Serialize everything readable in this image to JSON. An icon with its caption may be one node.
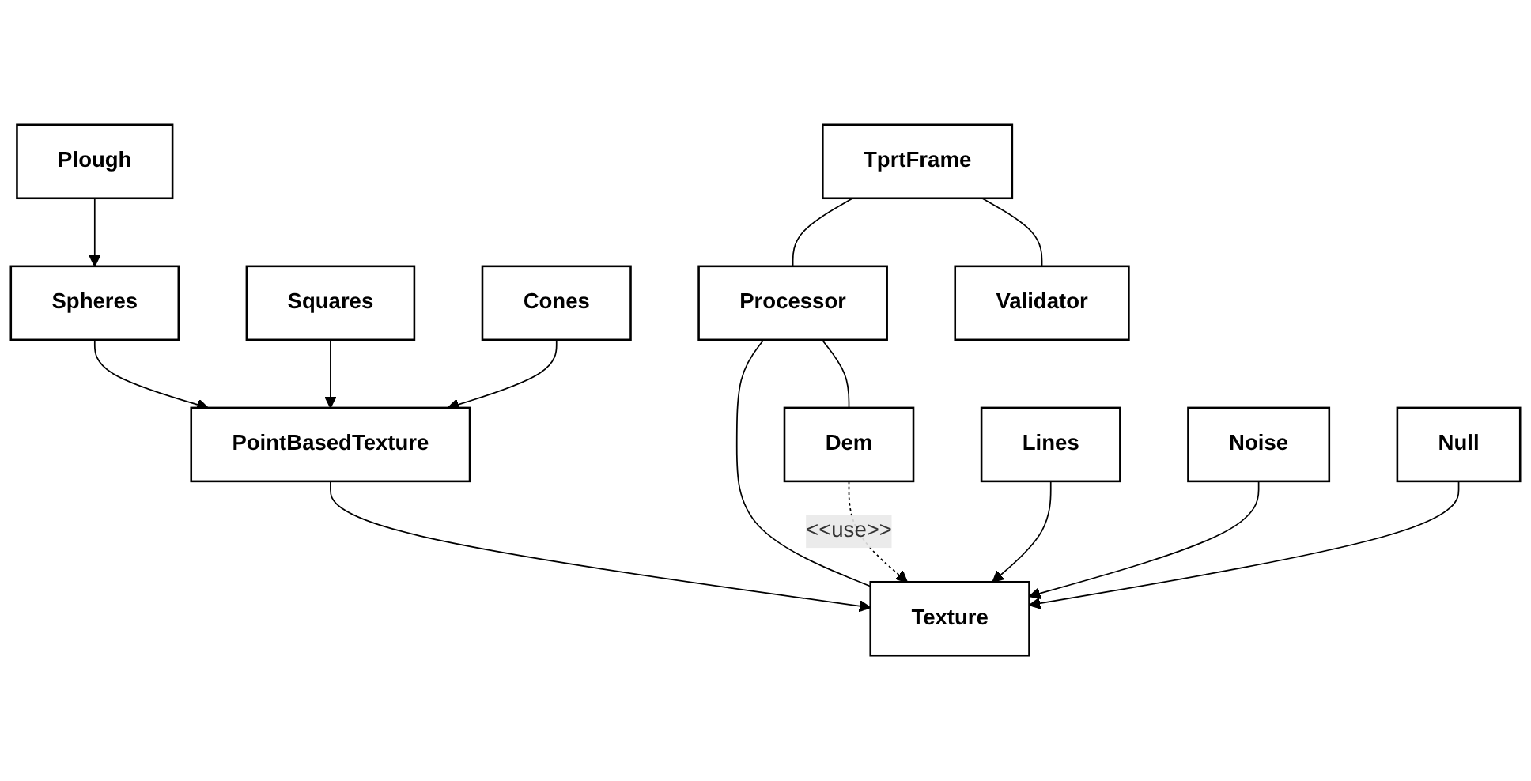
{
  "diagram": {
    "nodes": [
      {
        "text": [
          "Plough"
        ]
      },
      {
        "text": [
          "Spheres"
        ]
      },
      {
        "text": [
          "Squares"
        ]
      },
      {
        "text": [
          "Cones"
        ]
      },
      {
        "text": [
          "PointBasedTexture"
        ]
      },
      {
        "text": [
          "TprtFrame"
        ]
      },
      {
        "text": [
          "Processor"
        ]
      },
      {
        "text": [
          "Texture"
        ]
      },
      {
        "text": [
          "Validator"
        ]
      },
      {
        "text": [
          "Dem"
        ]
      },
      {
        "text": [
          "Lines"
        ]
      },
      {
        "text": [
          "Noise"
        ]
      },
      {
        "text": [
          "Null"
        ]
      }
    ],
    "edges": [
      {
        "from": 0,
        "to": 1,
        "arrow": "to"
      },
      {
        "from": 1,
        "to": 4,
        "arrow": "to"
      },
      {
        "from": 2,
        "to": 4,
        "arrow": "to"
      },
      {
        "from": 3,
        "to": 4,
        "arrow": "to"
      },
      {
        "from": 4,
        "to": 7,
        "arrow": "to"
      },
      {
        "from": 5,
        "to": 6,
        "arrow": "none"
      },
      {
        "from": 5,
        "to": 8,
        "arrow": "none"
      },
      {
        "from": 6,
        "to": 7,
        "arrow": "none"
      },
      {
        "from": 6,
        "to": 9,
        "arrow": "none"
      },
      {
        "from": 9,
        "to": 7,
        "arrow": "to",
        "style": "dashed",
        "label": "<<use>>"
      },
      {
        "from": 10,
        "to": 7,
        "arrow": "to"
      },
      {
        "from": 11,
        "to": 7,
        "arrow": "to"
      },
      {
        "from": 12,
        "to": 7,
        "arrow": "to"
      }
    ]
  }
}
